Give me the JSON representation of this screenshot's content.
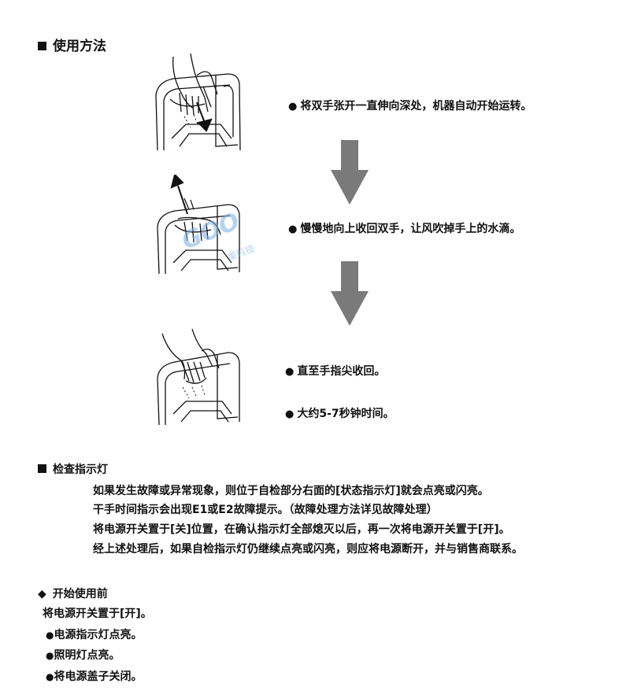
{
  "usage": {
    "title": "使用方法",
    "steps": [
      "将双手张开一直伸向深处，机器自动开始运转。",
      "慢慢地向上收回双手，让风吹掉手上的水滴。",
      "直至手指尖收回。",
      "大约5-7秒钟时间。"
    ]
  },
  "check": {
    "title": "检查指示灯",
    "lines": [
      "如果发生故障或异常现象，则位于自检部分右面的[状态指示灯]就会点亮或闪亮。",
      "干手时间指示会出现E1或E2故障提示。（故障处理方法详见故障处理）",
      "将电源开关置于[关]位置，在确认指示灯全部熄灭以后，再一次将电源开关置于[开]。",
      "经上述处理后，如果自检指示灯仍继续点亮或闪亮，则应将电源断开，并与销售商联系。"
    ]
  },
  "before": {
    "title": "开始使用前",
    "intro": "将电源开关置于[开]。",
    "items": [
      "电源指示灯点亮。",
      "照明灯点亮。",
      "将电源盖子关闭。"
    ]
  },
  "watermark": {
    "en": "GOO",
    "cn": "果科技"
  },
  "icons": {
    "flow_arrow": "down-arrow-icon",
    "bullet": "bullet-dot-icon",
    "section_marker": "black-square-icon",
    "diamond": "diamond-icon"
  },
  "colors": {
    "arrow": "#7a7a7a",
    "text": "#111111",
    "watermark": "#78afe6"
  }
}
